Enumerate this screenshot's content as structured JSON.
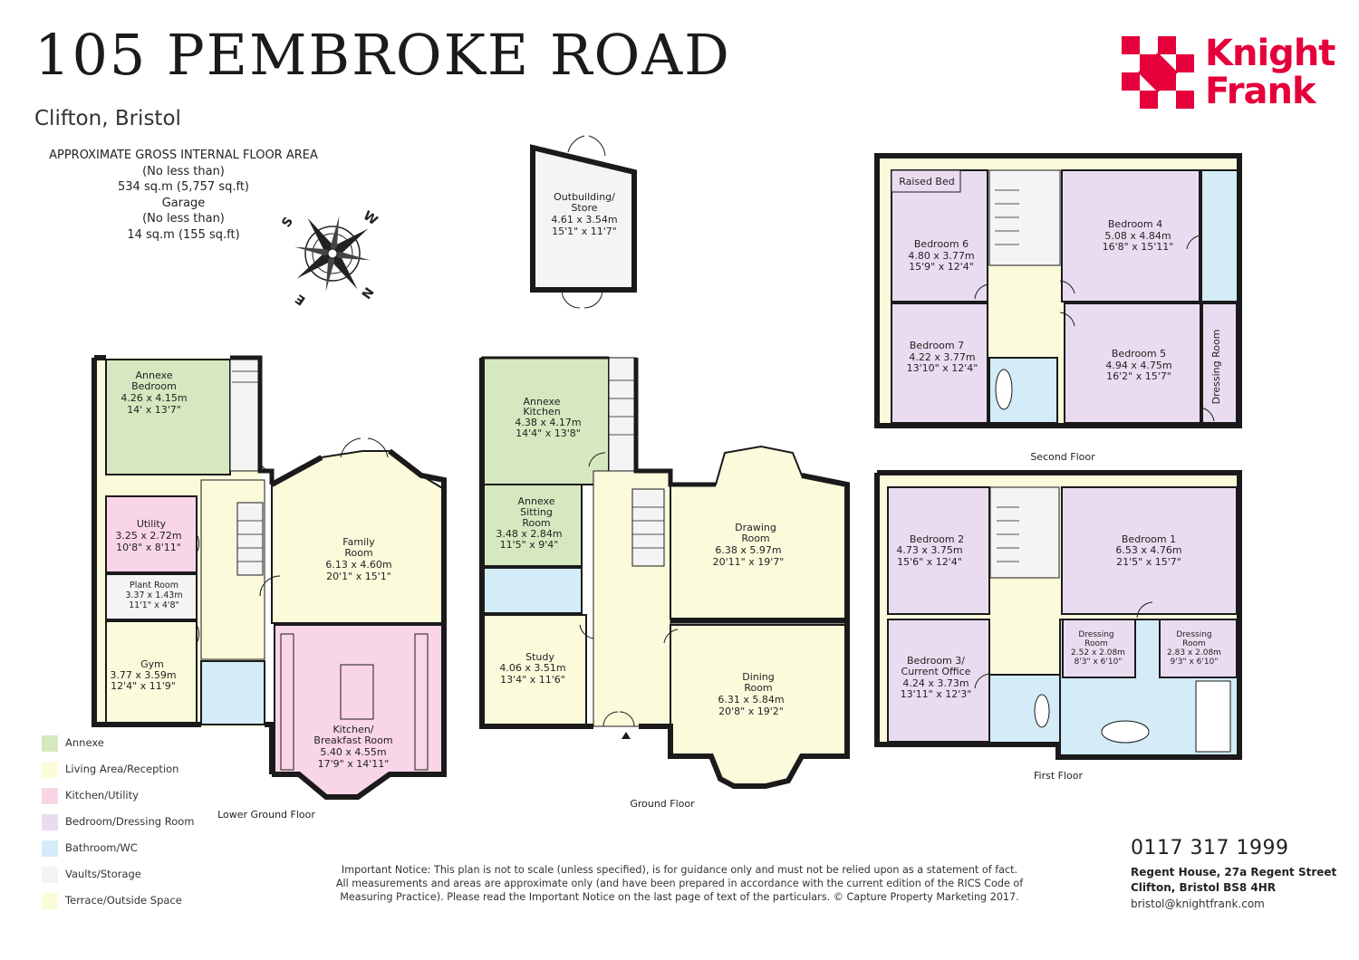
{
  "header": {
    "title": "105 PEMBROKE ROAD",
    "subtitle": "Clifton, Bristol"
  },
  "area": {
    "line1": "APPROXIMATE GROSS INTERNAL FLOOR AREA",
    "line2": "(No less than)",
    "line3": "534 sq.m (5,757 sq.ft)",
    "line4": "Garage",
    "line5": "(No less than)",
    "line6": "14 sq.m (155 sq.ft)"
  },
  "brand": {
    "line1": "Knight",
    "line2": "Frank",
    "color": "#e5003b"
  },
  "compass": {
    "letters": [
      "W",
      "S",
      "E",
      "N"
    ]
  },
  "rooms": {
    "outbuilding": {
      "name1": "Outbuilding/",
      "name2": "Store",
      "metric": "4.61 x 3.54m",
      "imperial": "15'1\" x 11'7\""
    },
    "annexe_bedroom": {
      "name1": "Annexe",
      "name2": "Bedroom",
      "metric": "4.26 x 4.15m",
      "imperial": "14' x 13'7\""
    },
    "utility": {
      "name1": "Utility",
      "metric": "3.25 x 2.72m",
      "imperial": "10'8\" x 8'11\""
    },
    "plant_room": {
      "name1": "Plant Room",
      "metric": "3.37 x 1.43m",
      "imperial": "11'1\" x 4'8\""
    },
    "gym": {
      "name1": "Gym",
      "metric": "3.77 x 3.59m",
      "imperial": "12'4\" x 11'9\""
    },
    "family_room": {
      "name1": "Family",
      "name2": "Room",
      "metric": "6.13 x 4.60m",
      "imperial": "20'1\" x 15'1\""
    },
    "kitchen_breakfast": {
      "name1": "Kitchen/",
      "name2": "Breakfast Room",
      "metric": "5.40 x 4.55m",
      "imperial": "17'9\" x 14'11\""
    },
    "annexe_kitchen": {
      "name1": "Annexe",
      "name2": "Kitchen",
      "metric": "4.38 x 4.17m",
      "imperial": "14'4\" x 13'8\""
    },
    "annexe_sitting": {
      "name1": "Annexe",
      "name2": "Sitting",
      "name3": "Room",
      "metric": "3.48 x 2.84m",
      "imperial": "11'5\" x 9'4\""
    },
    "study": {
      "name1": "Study",
      "metric": "4.06 x 3.51m",
      "imperial": "13'4\" x 11'6\""
    },
    "drawing_room": {
      "name1": "Drawing",
      "name2": "Room",
      "metric": "6.38 x 5.97m",
      "imperial": "20'11\" x 19'7\""
    },
    "dining_room": {
      "name1": "Dining",
      "name2": "Room",
      "metric": "6.31 x 5.84m",
      "imperial": "20'8\" x 19'2\""
    },
    "raised_bed": {
      "name1": "Raised Bed"
    },
    "bedroom6": {
      "name1": "Bedroom 6",
      "metric": "4.80 x 3.77m",
      "imperial": "15'9\" x 12'4\""
    },
    "bedroom4": {
      "name1": "Bedroom 4",
      "metric": "5.08 x 4.84m",
      "imperial": "16'8\" x 15'11\""
    },
    "bedroom7": {
      "name1": "Bedroom 7",
      "metric": "4.22 x 3.77m",
      "imperial": "13'10\" x 12'4\""
    },
    "bedroom5": {
      "name1": "Bedroom 5",
      "metric": "4.94 x 4.75m",
      "imperial": "16'2\" x 15'7\""
    },
    "dressing_room_2f": {
      "name1": "Dressing Room"
    },
    "bedroom2": {
      "name1": "Bedroom 2",
      "metric": "4.73 x 3.75m",
      "imperial": "15'6\" x 12'4\""
    },
    "bedroom1": {
      "name1": "Bedroom 1",
      "metric": "6.53 x 4.76m",
      "imperial": "21'5\" x 15'7\""
    },
    "dressing_a": {
      "name1": "Dressing",
      "name2": "Room",
      "metric": "2.52 x 2.08m",
      "imperial": "8'3\" x 6'10\""
    },
    "dressing_b": {
      "name1": "Dressing",
      "name2": "Room",
      "metric": "2.83 x 2.08m",
      "imperial": "9'3\" x 6'10\""
    },
    "bedroom3": {
      "name1": "Bedroom 3/",
      "name2": "Current Office",
      "metric": "4.24 x 3.73m",
      "imperial": "13'11\" x 12'3\""
    }
  },
  "floors": {
    "lower_ground": "Lower Ground Floor",
    "ground": "Ground Floor",
    "first": "First Floor",
    "second": "Second Floor"
  },
  "legend": [
    {
      "label": "Annexe",
      "color": "#d6e8bf"
    },
    {
      "label": "Living Area/Reception",
      "color": "#fbfbdc"
    },
    {
      "label": "Kitchen/Utility",
      "color": "#f9d5e8"
    },
    {
      "label": "Bedroom/Dressing Room",
      "color": "#eadcf0"
    },
    {
      "label": "Bathroom/WC",
      "color": "#d3ecf7"
    },
    {
      "label": "Vaults/Storage",
      "color": "#f4f4f4"
    },
    {
      "label": "Terrace/Outside Space",
      "color": "#fbfbdc"
    }
  ],
  "notice": {
    "line1": "Important Notice: This plan is not to scale (unless specified), is for guidance only and must not be relied upon as a statement of fact.",
    "line2": "All measurements and areas are approximate only (and have been prepared in accordance with the current edition of the RICS Code of",
    "line3": "Measuring Practice). Please read the Important Notice on the last page of text of the particulars. © Capture Property Marketing 2017."
  },
  "contact": {
    "phone": "0117 317 1999",
    "address1": "Regent House, 27a Regent Street",
    "address2": "Clifton, Bristol BS8 4HR",
    "email": "bristol@knightfrank.com"
  },
  "colors": {
    "annexe": "#d6e8bf",
    "living": "#fbfbdc",
    "kitchen": "#f9d5e8",
    "bedroom": "#eadcf0",
    "bathroom": "#d3ecf7",
    "storage": "#f4f4f4",
    "wall": "#1a1a1a"
  }
}
